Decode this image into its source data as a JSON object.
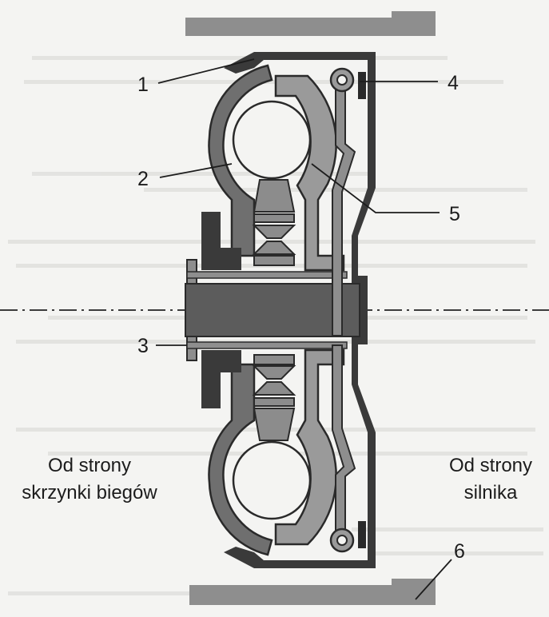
{
  "diagram": {
    "callouts": [
      {
        "id": "1",
        "text": "1"
      },
      {
        "id": "2",
        "text": "2"
      },
      {
        "id": "3",
        "text": "3"
      },
      {
        "id": "4",
        "text": "4"
      },
      {
        "id": "5",
        "text": "5"
      },
      {
        "id": "6",
        "text": "6"
      }
    ],
    "captions": {
      "left": [
        "Od strony",
        "skrzynki biegów"
      ],
      "right": [
        "Od strony",
        "silnika"
      ]
    },
    "colors": {
      "housing": "#3a3a3a",
      "turbine": "#6f6f6f",
      "impeller": "#9a9a9a",
      "stator": "#8c8c8c",
      "shaft": "#5c5c5c",
      "plate": "#8e8e8e",
      "background": "#f4f4f2"
    }
  }
}
